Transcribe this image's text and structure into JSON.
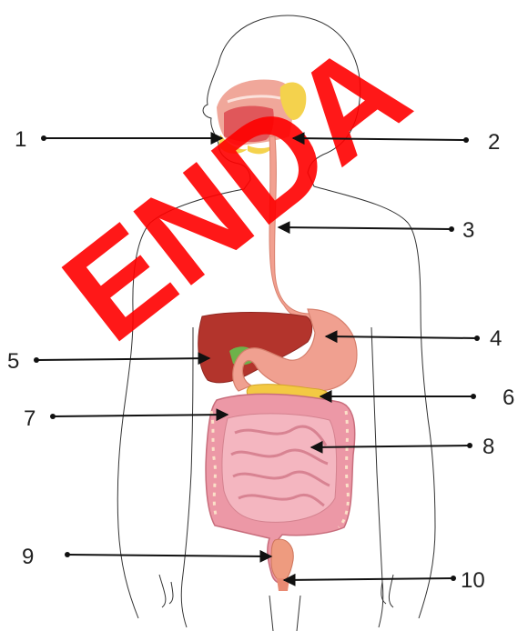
{
  "watermark": "ENDA",
  "labels": [
    "1",
    "2",
    "3",
    "4",
    "5",
    "6",
    "7",
    "8",
    "9",
    "10"
  ],
  "colors": {
    "watermark": "#ff0000",
    "esophagus": "#f2a090",
    "stomach": "#f0a090",
    "liver": "#b3342c",
    "gallbladder": "#6db24a",
    "pancreas": "#f3c943",
    "salivary": "#f4d24d",
    "intestine": "#f0a9b6",
    "outline": "#333333"
  }
}
